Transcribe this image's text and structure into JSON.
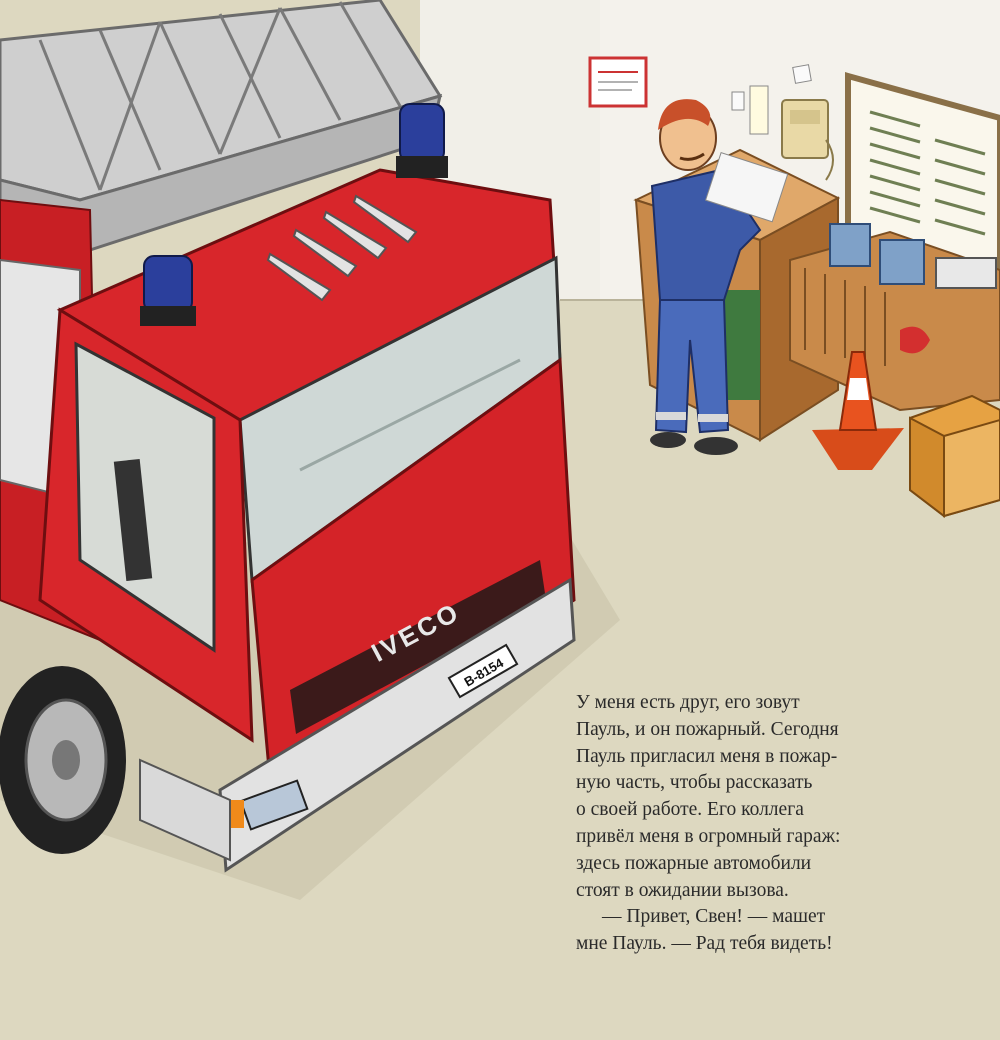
{
  "truck": {
    "brand": "IVECO",
    "plate": "B-8154"
  },
  "story": {
    "lines": [
      "У меня есть друг, его зовут",
      "Пауль, и он пожарный. Сегодня",
      "Пауль пригласил меня в пожар-",
      "ную часть, чтобы рассказать",
      "о своей работе. Его коллега",
      "привёл меня в огромный гараж:",
      "здесь пожарные автомобили",
      "стоят в ожидании вызова.",
      "— Привет, Свен! — машет",
      "мне Пауль. — Рад тебя видеть!"
    ]
  },
  "colors": {
    "wall": "#f4f2ec",
    "floor": "#ddd8c0",
    "truck_red": "#d8262b",
    "ladder_gray": "#c9c9c9",
    "beacon_blue": "#2b3f9c",
    "uniform_blue": "#3d5aa8",
    "desk_wood": "#c98a4a",
    "cone_orange": "#e8531f",
    "box_yellow": "#e6a243"
  }
}
